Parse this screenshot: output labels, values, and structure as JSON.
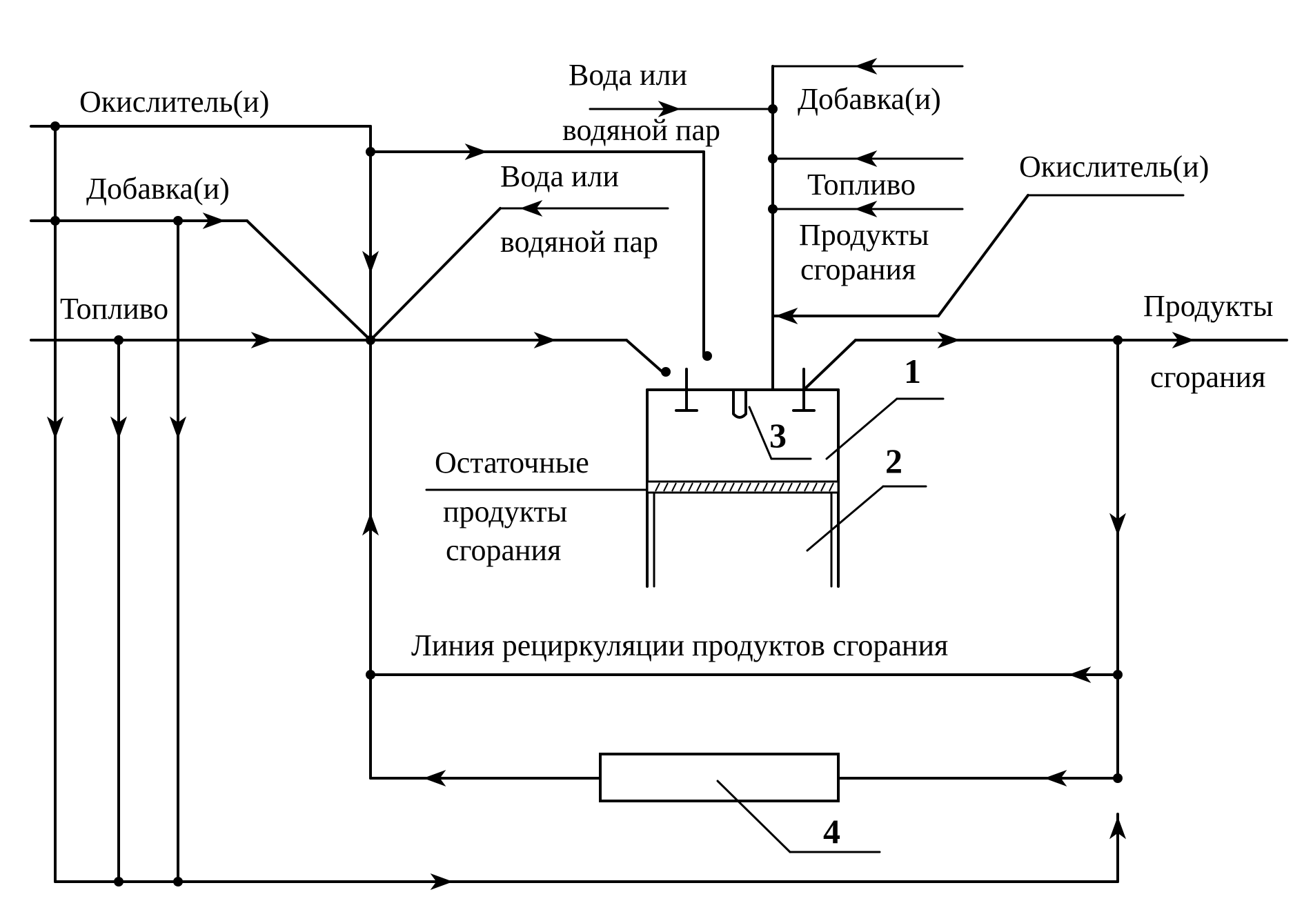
{
  "labels": {
    "oxidizer_left": "Окислитель(и)",
    "additive_left": "Добавка(и)",
    "fuel_left": "Топливо",
    "water_top_1": "Вода или",
    "water_top_2": "водяной пар",
    "water_mid_1": "Вода или",
    "water_mid_2": "водяной пар",
    "additive_right": "Добавка(и)",
    "fuel_right": "Топливо",
    "products_right_1": "Продукты",
    "products_right_2": "сгорания",
    "oxidizer_right": "Окислитель(и)",
    "exhaust_1": "Продукты",
    "exhaust_2": "сгорания",
    "residual_1": "Остаточные",
    "residual_2": "продукты",
    "residual_3": "сгорания",
    "recirc_line": "Линия рециркуляции продуктов сгорания"
  },
  "numbers": {
    "n1": "1",
    "n2": "2",
    "n3": "3",
    "n4": "4"
  }
}
